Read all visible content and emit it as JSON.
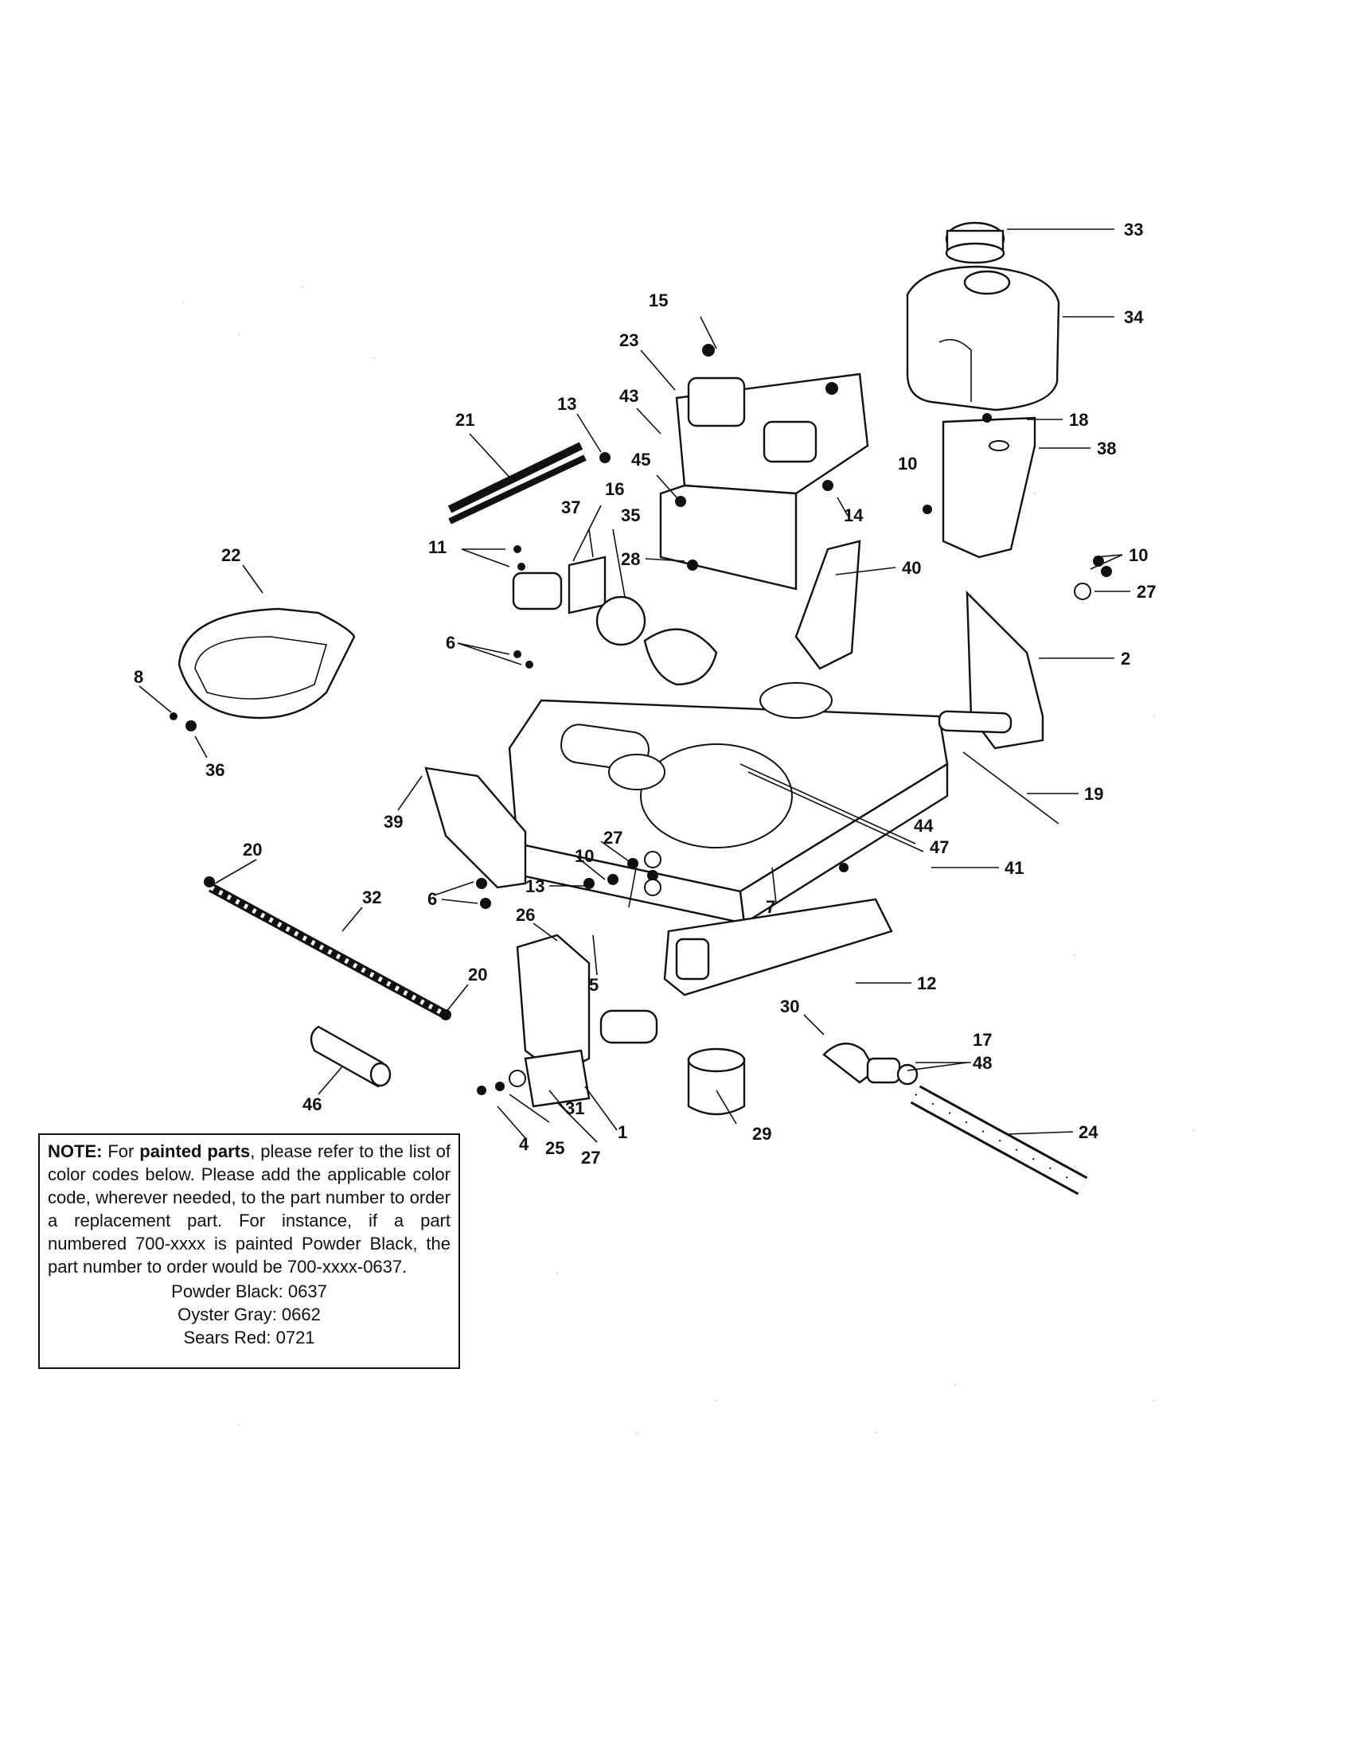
{
  "callouts": {
    "c1": "1",
    "c2": "2",
    "c4": "4",
    "c5": "5",
    "c6a": "6",
    "c6b": "6",
    "c7": "7",
    "c8": "8",
    "c10a": "10",
    "c10b": "10",
    "c10c": "10",
    "c11": "11",
    "c12": "12",
    "c13a": "13",
    "c13b": "13",
    "c14": "14",
    "c15": "15",
    "c16": "16",
    "c17": "17",
    "c18": "18",
    "c19": "19",
    "c20a": "20",
    "c20b": "20",
    "c21": "21",
    "c22": "22",
    "c23": "23",
    "c24": "24",
    "c25": "25",
    "c26": "26",
    "c27a": "27",
    "c27b": "27",
    "c27c": "27",
    "c28": "28",
    "c29": "29",
    "c30": "30",
    "c31": "31",
    "c32": "32",
    "c33": "33",
    "c34": "34",
    "c35": "35",
    "c36": "36",
    "c37": "37",
    "c38": "38",
    "c39": "39",
    "c40": "40",
    "c41": "41",
    "c43": "43",
    "c44": "44",
    "c45": "45",
    "c46": "46",
    "c47": "47",
    "c48": "48"
  },
  "note": {
    "label": "NOTE:",
    "lead": "For",
    "bold_phrase": "painted parts",
    "body": ", please refer to the list of color codes below.  Please add the applicable color code, wherever needed, to the part number to order a replacement part.  For instance, if a part numbered 700-xxxx is painted Powder Black, the part number to order would be 700-xxxx-0637.",
    "color_codes": [
      "Powder Black: 0637",
      "Oyster Gray: 0662",
      "Sears Red: 0721"
    ]
  }
}
